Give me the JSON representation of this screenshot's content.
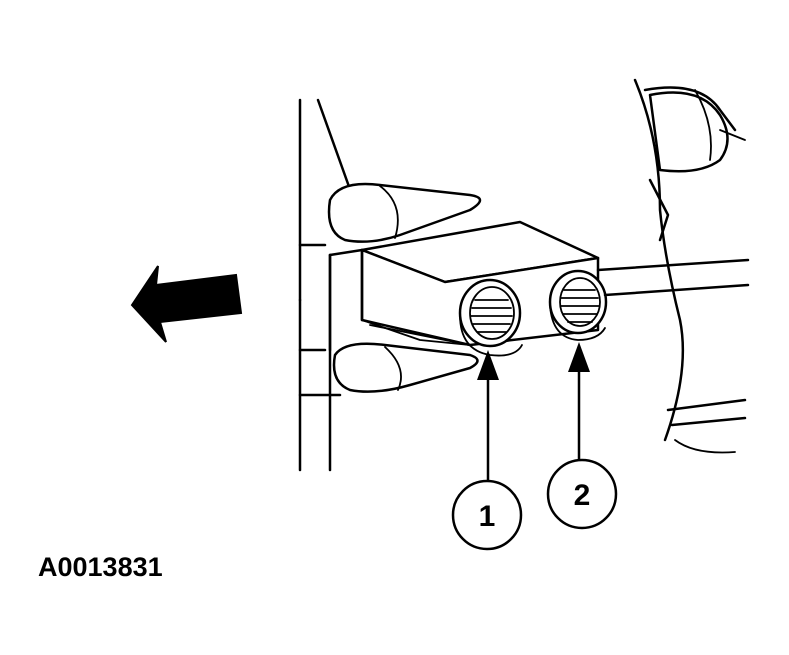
{
  "figure": {
    "id_code": "A0013831"
  },
  "callouts": [
    {
      "label": "1"
    },
    {
      "label": "2"
    }
  ],
  "colors": {
    "line": "#000000",
    "background": "#ffffff",
    "direction_arrow": "#000000"
  }
}
